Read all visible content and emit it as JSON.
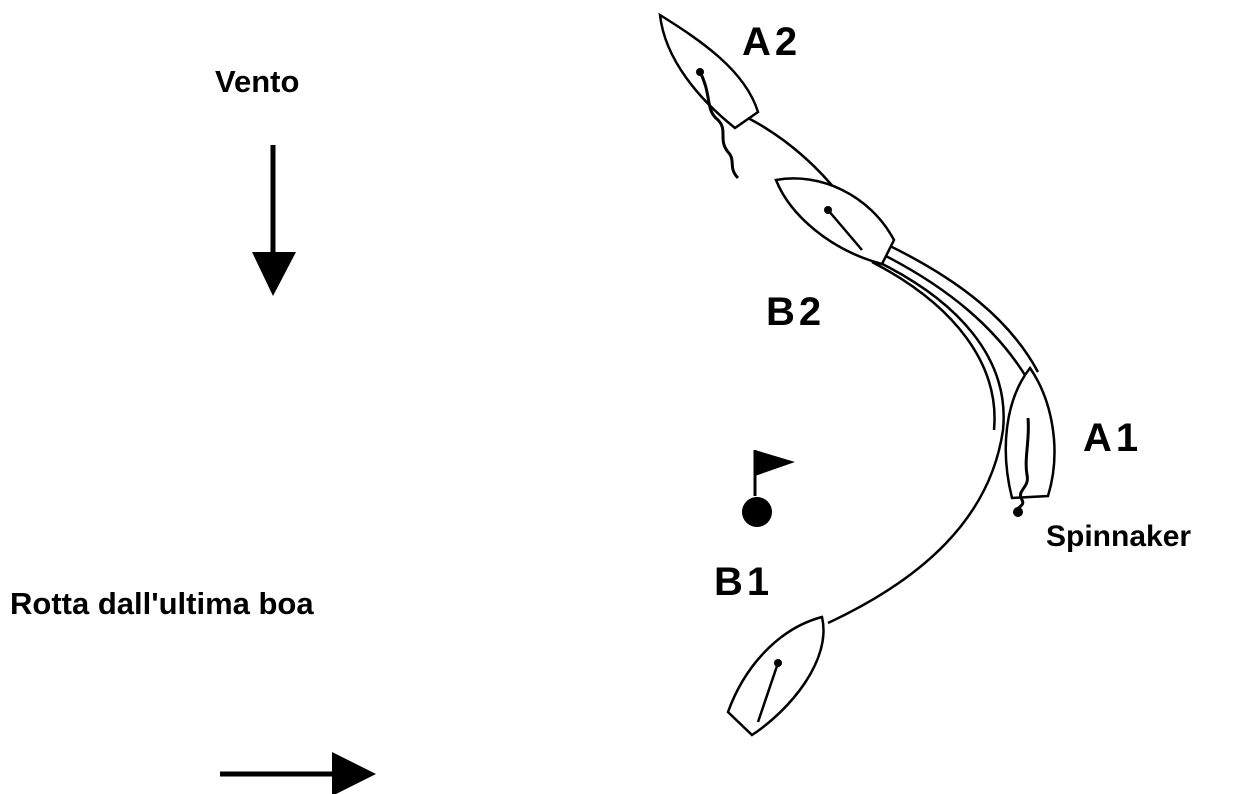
{
  "labels": {
    "wind": "Vento",
    "course": "Rotta dall'ultima boa",
    "spinnaker": "Spinnaker",
    "boat_a2": "A2",
    "boat_b2": "B2",
    "boat_a1": "A1",
    "boat_b1": "B1"
  },
  "colors": {
    "ink": "#000000",
    "background": "#ffffff"
  }
}
